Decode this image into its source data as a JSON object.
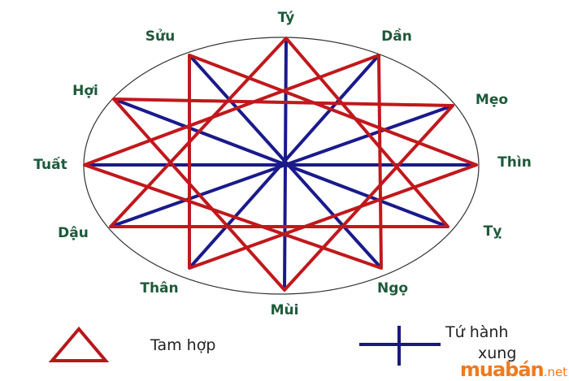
{
  "branches": [
    {
      "name": "Tý"
    },
    {
      "name": "Sửu"
    },
    {
      "name": "Dần"
    },
    {
      "name": "Mẹo"
    },
    {
      "name": "Thìn"
    },
    {
      "name": "Tỵ"
    },
    {
      "name": "Ngọ"
    },
    {
      "name": "Mùi"
    },
    {
      "name": "Thân"
    },
    {
      "name": "Dậu"
    },
    {
      "name": "Tuất"
    },
    {
      "name": "Hợi"
    }
  ],
  "tam_hop_groups": [
    [
      "Tý",
      "Thìn",
      "Thân"
    ],
    [
      "Sửu",
      "Tỵ",
      "Dậu"
    ],
    [
      "Dần",
      "Ngọ",
      "Tuất"
    ],
    [
      "Mẹo",
      "Mùi",
      "Hợi"
    ]
  ],
  "tu_hanh_xung_pairs": [
    [
      "Tý",
      "Ngọ"
    ],
    [
      "Sửu",
      "Mùi"
    ],
    [
      "Dần",
      "Thân"
    ],
    [
      "Mẹo",
      "Dậu"
    ],
    [
      "Thìn",
      "Tuất"
    ],
    [
      "Tỵ",
      "Hợi"
    ]
  ],
  "legend": {
    "tam_hop": "Tam hợp",
    "tu_hanh_xung_line1": "Tứ hành",
    "tu_hanh_xung_line2": "xung"
  },
  "watermark": {
    "brand": "muabán",
    "suffix": ".net"
  },
  "colors": {
    "tam_hop": "#c0181c",
    "tu_hanh_xung": "#1a1a8c",
    "label": "#1d5a3a",
    "watermark": "#f07a1e"
  }
}
